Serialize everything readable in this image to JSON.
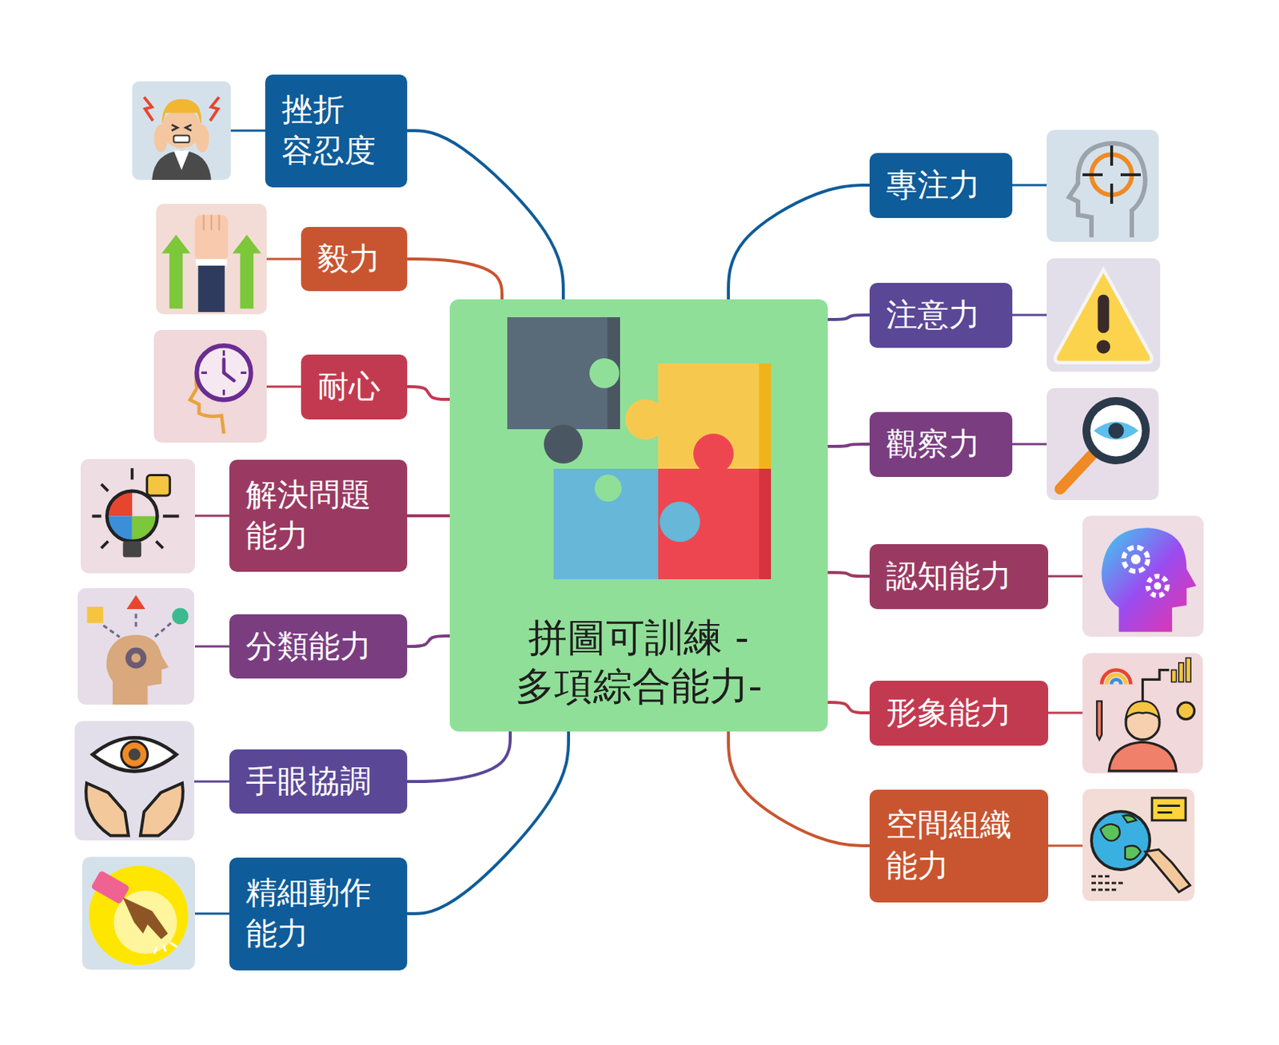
{
  "diagram": {
    "nodes": [
      {
        "text": [
          "拼圖可訓練 -多項綜合能力-"
        ]
      },
      {
        "text": [
          "挫折 容忍度"
        ]
      },
      {
        "text": [
          "毅力"
        ]
      },
      {
        "text": [
          "耐心"
        ]
      },
      {
        "text": [
          "解決問題 能力"
        ]
      },
      {
        "text": [
          "分類能力"
        ]
      },
      {
        "text": [
          "手眼協調"
        ]
      },
      {
        "text": [
          "精細動作 能力"
        ]
      },
      {
        "text": [
          "專注力"
        ]
      },
      {
        "text": [
          "注意力"
        ]
      },
      {
        "text": [
          "觀察力"
        ]
      },
      {
        "text": [
          "認知能力"
        ]
      },
      {
        "text": [
          "形象能力"
        ]
      },
      {
        "text": [
          "空間組織 能力"
        ]
      }
    ],
    "edges": [
      {
        "from": 0,
        "to": 1,
        "arrow": "none"
      },
      {
        "from": 0,
        "to": 2,
        "arrow": "none"
      },
      {
        "from": 0,
        "to": 3,
        "arrow": "none"
      },
      {
        "from": 0,
        "to": 4,
        "arrow": "none"
      },
      {
        "from": 0,
        "to": 5,
        "arrow": "none"
      },
      {
        "from": 0,
        "to": 6,
        "arrow": "none"
      },
      {
        "from": 0,
        "to": 7,
        "arrow": "none"
      },
      {
        "from": 0,
        "to": 8,
        "arrow": "none"
      },
      {
        "from": 0,
        "to": 9,
        "arrow": "none"
      },
      {
        "from": 0,
        "to": 10,
        "arrow": "none"
      },
      {
        "from": 0,
        "to": 11,
        "arrow": "none"
      },
      {
        "from": 0,
        "to": 12,
        "arrow": "none"
      },
      {
        "from": 0,
        "to": 13,
        "arrow": "none"
      }
    ]
  }
}
